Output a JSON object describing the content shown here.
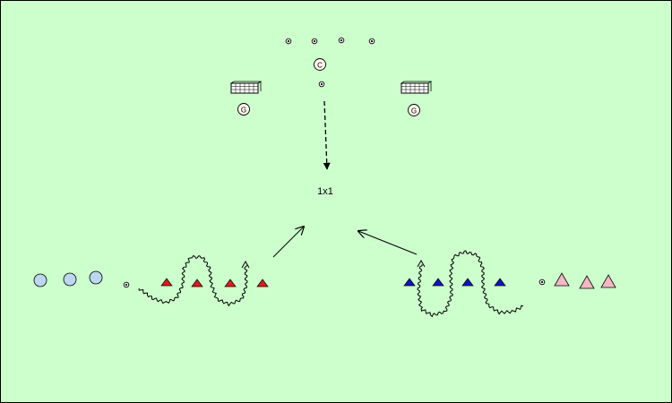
{
  "colors": {
    "pitch": "#ccffcc",
    "border": "#000000",
    "player_fill": "#fff6ec",
    "blue_player": "#bcd8ee",
    "pink_player": "#f4b8c4",
    "red_cone": "#e21b1b",
    "blue_cone": "#1212c8"
  },
  "labels": {
    "coach": "C",
    "goalkeeper_left": "G",
    "goalkeeper_right": "G",
    "drill": "1x1"
  },
  "icons": [
    "ball-icon",
    "goal-icon",
    "cone-icon",
    "player-icon"
  ]
}
